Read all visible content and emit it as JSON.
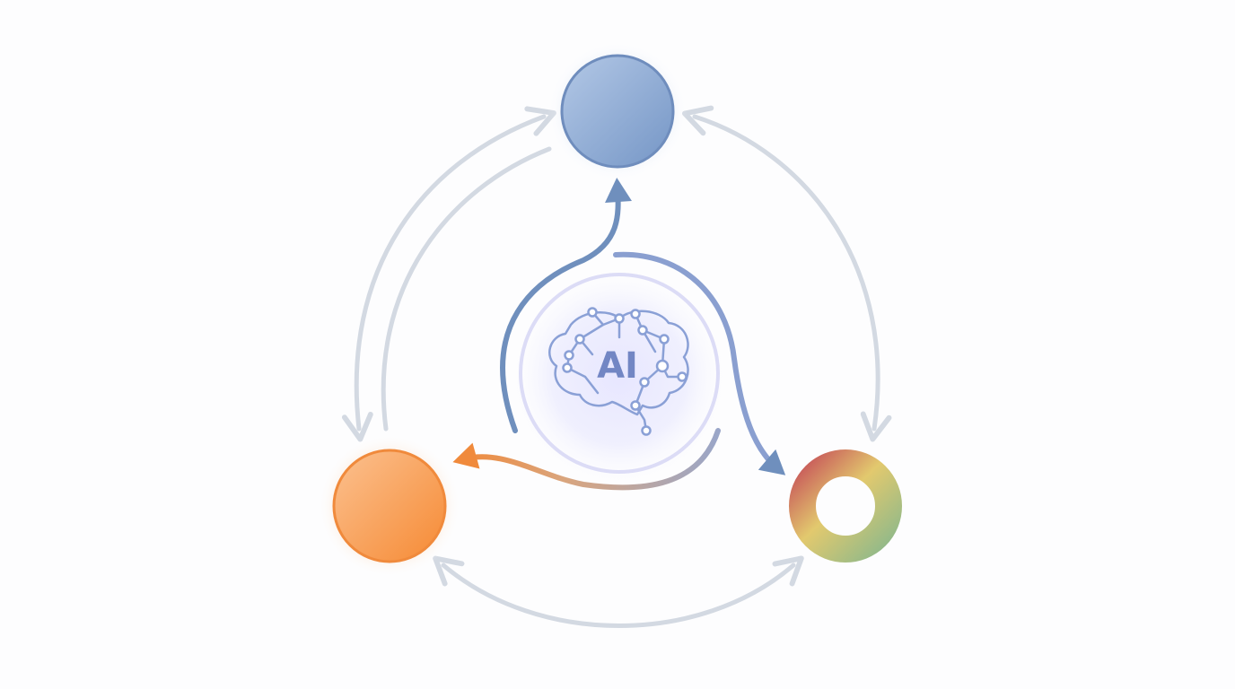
{
  "center": {
    "label": "AI",
    "icon": "brain-network-icon"
  },
  "nodes": [
    {
      "id": "top",
      "icon": "blue-circle",
      "color": "#7f9fcc"
    },
    {
      "id": "left",
      "icon": "orange-circle",
      "color": "#f79a4a"
    },
    {
      "id": "right",
      "icon": "multicolor-ring",
      "colors": [
        "#c8585a",
        "#e2c96e",
        "#8fb98a"
      ]
    }
  ],
  "colors": {
    "cycle_arrow": "#d3d9e2",
    "center_arrow_blue": "#6f8fbd",
    "center_arrow_orange": "#f08a3c",
    "center_ring": "#c9c9f0",
    "brain": "#8aa0d6",
    "label": "#7286c4"
  }
}
